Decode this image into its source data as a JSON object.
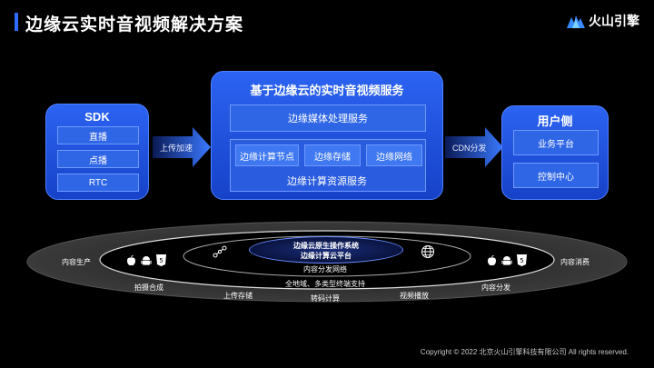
{
  "header": {
    "title": "边缘云实时音视频解决方案",
    "logo_text": "火山引擎"
  },
  "sdk_panel": {
    "title": "SDK",
    "items": [
      "直播",
      "点播",
      "RTC"
    ]
  },
  "arrow_left_label": "上传加速",
  "center_panel": {
    "title": "基于边缘云的实时音视频服务",
    "media_service": "边缘媒体处理服务",
    "resources": [
      "边缘计算节点",
      "边缘存储",
      "边缘网络"
    ],
    "resource_label": "边缘计算资源服务"
  },
  "arrow_right_label": "CDN分发",
  "user_panel": {
    "title": "用户侧",
    "items": [
      "业务平台",
      "控制中心"
    ]
  },
  "rings": {
    "center_lines": [
      "边缘云原生操作系统",
      "边缘计算云平台"
    ],
    "inner": "内容分发网络",
    "middle": "全地域、多类型终端支持",
    "left_outer": "内容生产",
    "right_outer": "内容消费",
    "bottom_labels": [
      "拍摄合成",
      "上传存储",
      "转码计算",
      "视频播放",
      "内容分发"
    ]
  },
  "footer": "Copyright © 2022 北京火山引擎科技有限公司 All rights reserved.",
  "colors": {
    "accent": "#2f6bff",
    "panel_top": "#2c63f2",
    "panel_bottom": "#1642c8"
  }
}
